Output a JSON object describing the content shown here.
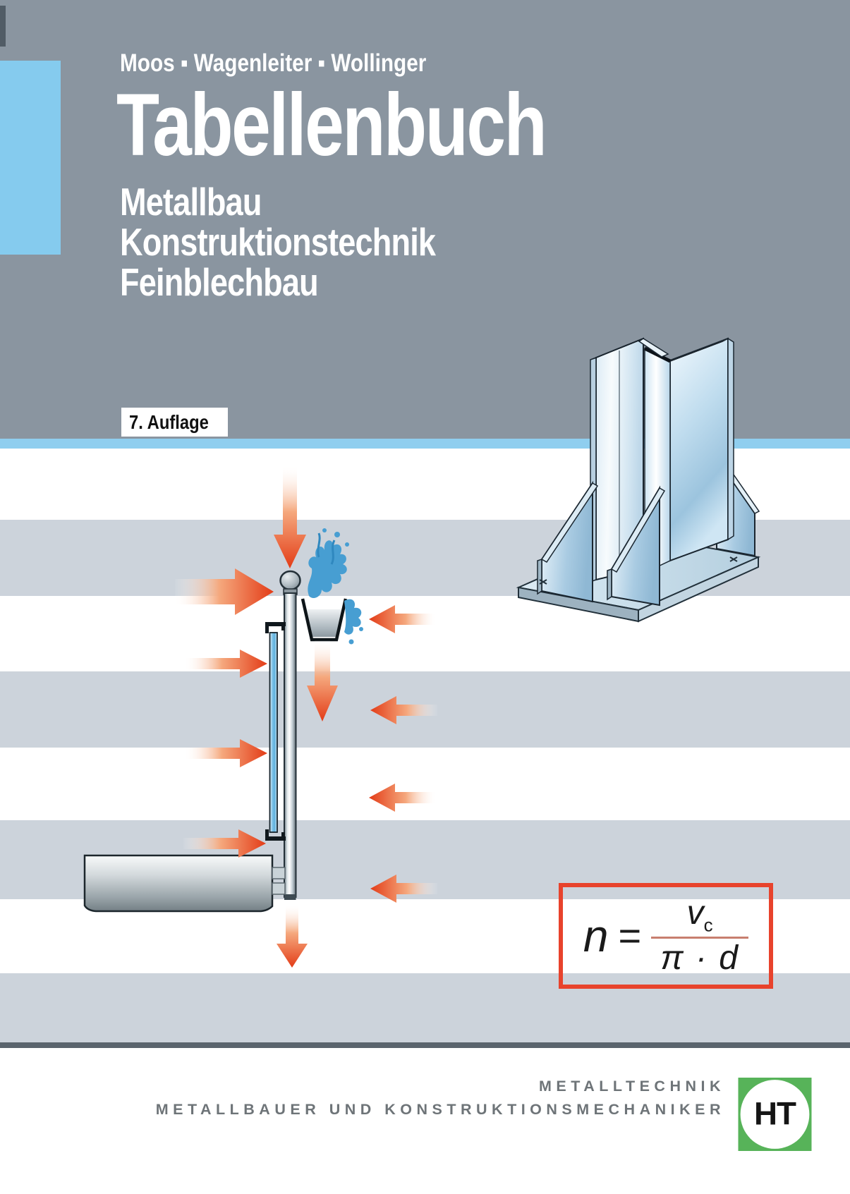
{
  "colors": {
    "header_gray": "#8a95a0",
    "stripe_gray": "#ccd3db",
    "accent_blue": "#85cbee",
    "divider_blue": "#8fceef",
    "arrow_red": "#e8431f",
    "formula_box_red": "#e8432c",
    "logo_green": "#57b359",
    "footer_text_gray": "#6e7478"
  },
  "header": {
    "authors_line": "Moos ▪ Wagenleiter ▪ Wollinger",
    "title": "Tabellenbuch",
    "subtitle_lines": [
      "Metallbau",
      "Konstruktionstechnik",
      "Feinblechbau"
    ],
    "edition_badge": "7. Auflage"
  },
  "formula": {
    "lhs": "n",
    "equals": "=",
    "numerator_base": "v",
    "numerator_sub": "c",
    "denominator": "π · d"
  },
  "footer": {
    "series_line1": "METALLTECHNIK",
    "series_line2": "METALLBAUER UND KONSTRUKTIONSMECHANIKER",
    "publisher_logo": "HT"
  }
}
